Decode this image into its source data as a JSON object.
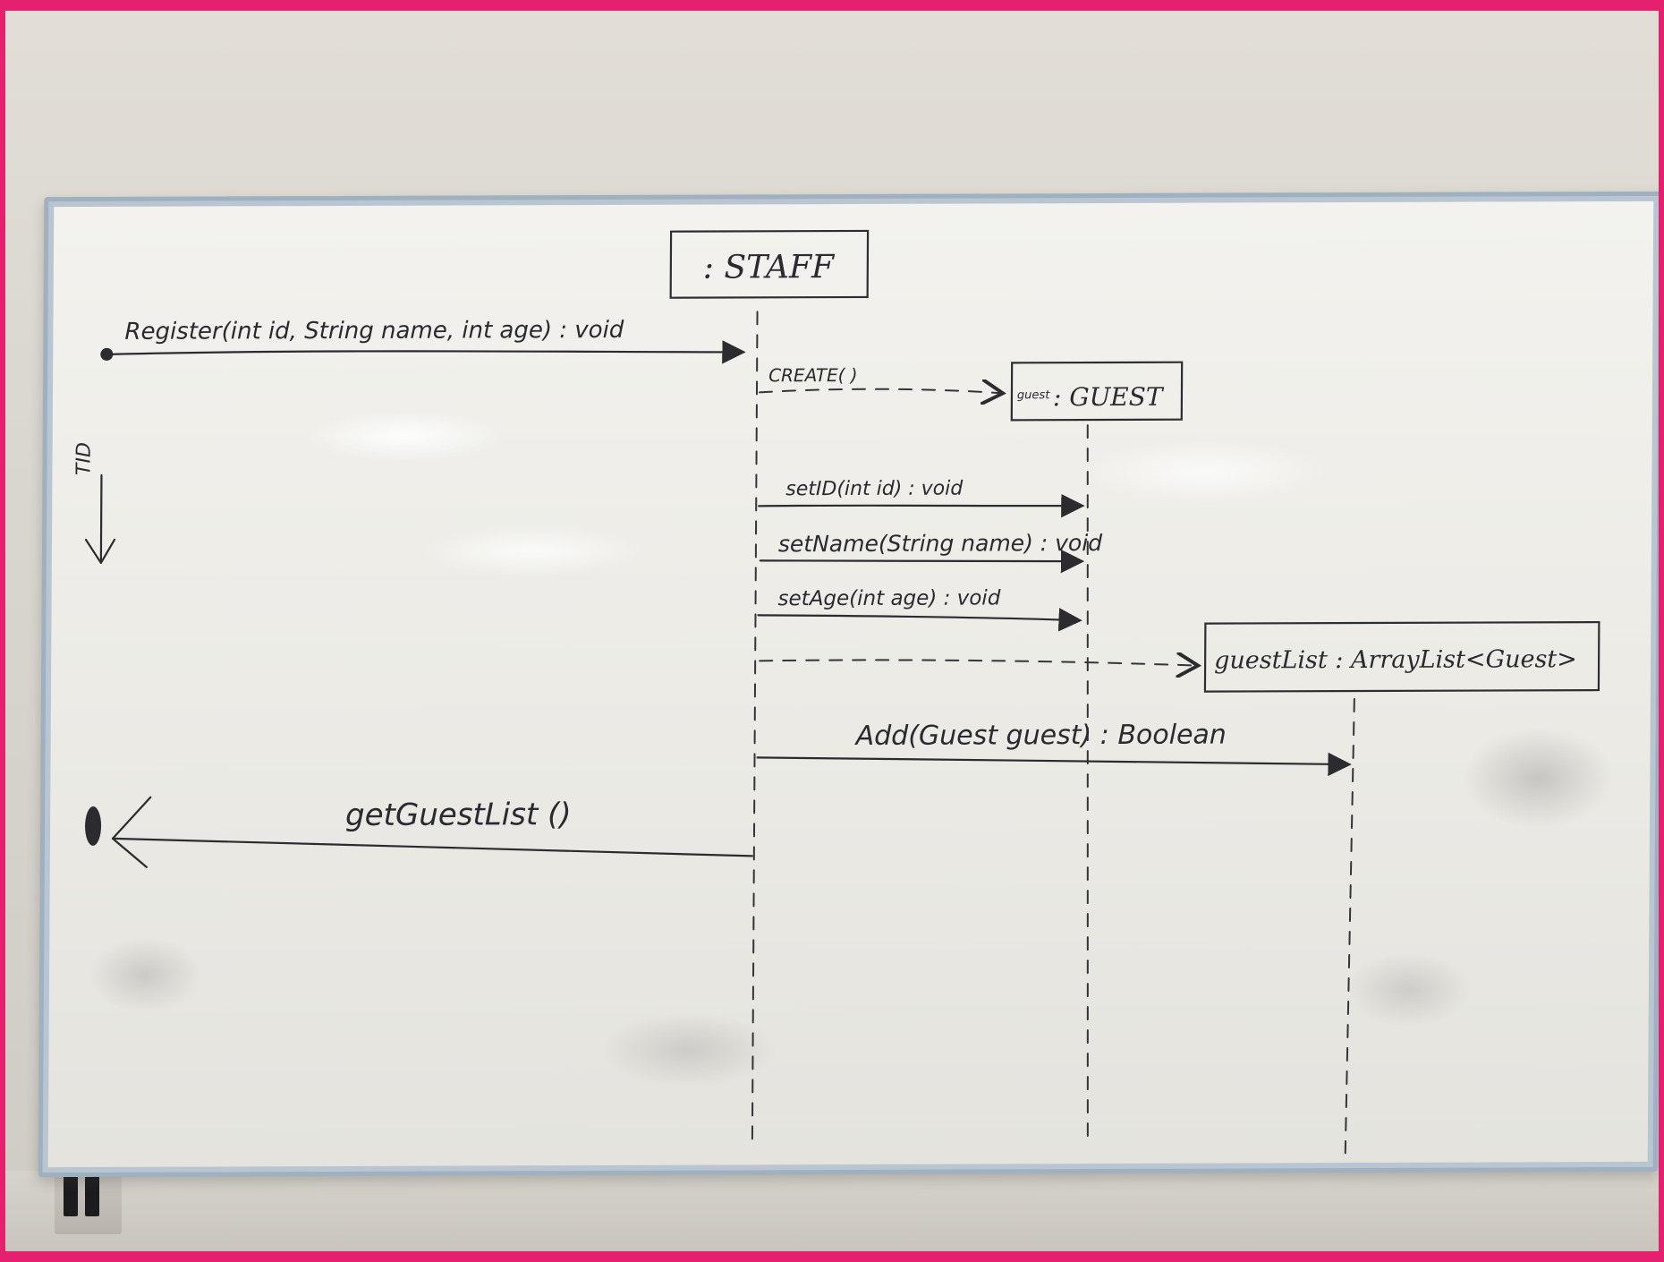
{
  "diagram": {
    "objects": {
      "staff": ": STAFF",
      "guest": ": GUEST",
      "guest_prefix": "guest",
      "arraylist": "guestList : ArrayList<Guest>"
    },
    "messages": {
      "register": "Register(int id, String name, int age) : void",
      "create": "CREATE( )",
      "set_id": "setID(int id) : void",
      "set_name": "setName(String name) : void",
      "set_age": "setAge(int age) : void",
      "add": "Add(Guest guest) : Boolean",
      "get_guest_list": "getGuestList ()"
    },
    "time_label": "TID"
  },
  "colors": {
    "frame": "#e4206f",
    "ink": "#2b2b30",
    "board": "#f0efeb"
  }
}
